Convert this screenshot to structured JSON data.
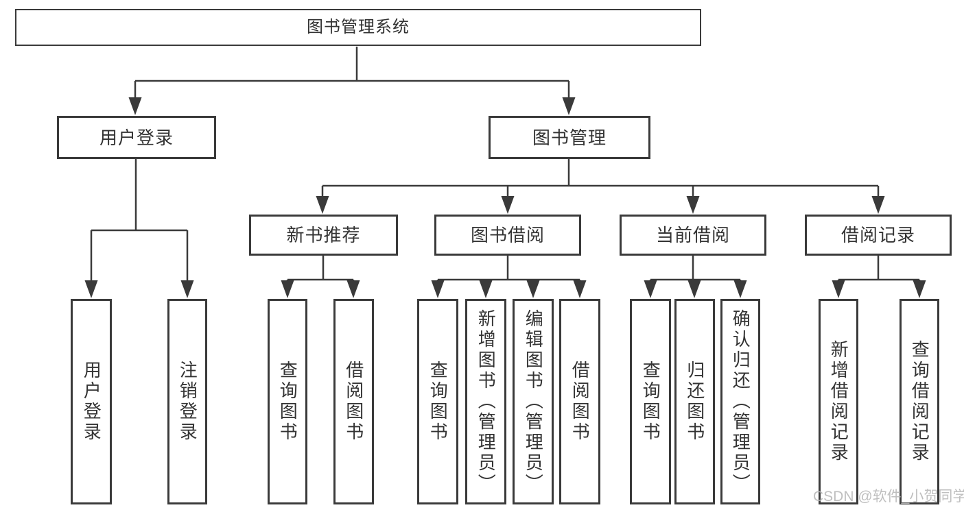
{
  "diagram": {
    "title": "图书管理系统",
    "root": {
      "label": "图书管理系统"
    },
    "branches": [
      {
        "label": "用户登录",
        "children": [
          {
            "label": "用户登录"
          },
          {
            "label": "注销登录"
          }
        ]
      },
      {
        "label": "图书管理",
        "children": [
          {
            "label": "新书推荐",
            "children": [
              {
                "label": "查询图书"
              },
              {
                "label": "借阅图书"
              }
            ]
          },
          {
            "label": "图书借阅",
            "children": [
              {
                "label": "查询图书"
              },
              {
                "label": "新增图书（管理员）"
              },
              {
                "label": "编辑图书（管理员）"
              },
              {
                "label": "借阅图书"
              }
            ]
          },
          {
            "label": "当前借阅",
            "children": [
              {
                "label": "查询图书"
              },
              {
                "label": "归还图书"
              },
              {
                "label": "确认归还（管理员）"
              }
            ]
          },
          {
            "label": "借阅记录",
            "children": [
              {
                "label": "新增借阅记录"
              },
              {
                "label": "查询借阅记录"
              }
            ]
          }
        ]
      }
    ]
  },
  "watermark": {
    "text": "CSDN @软件_小贺同学"
  },
  "colors": {
    "line": "#3a3a3a",
    "text": "#333333",
    "watermark": "#b9b9b9",
    "background": "#ffffff"
  }
}
